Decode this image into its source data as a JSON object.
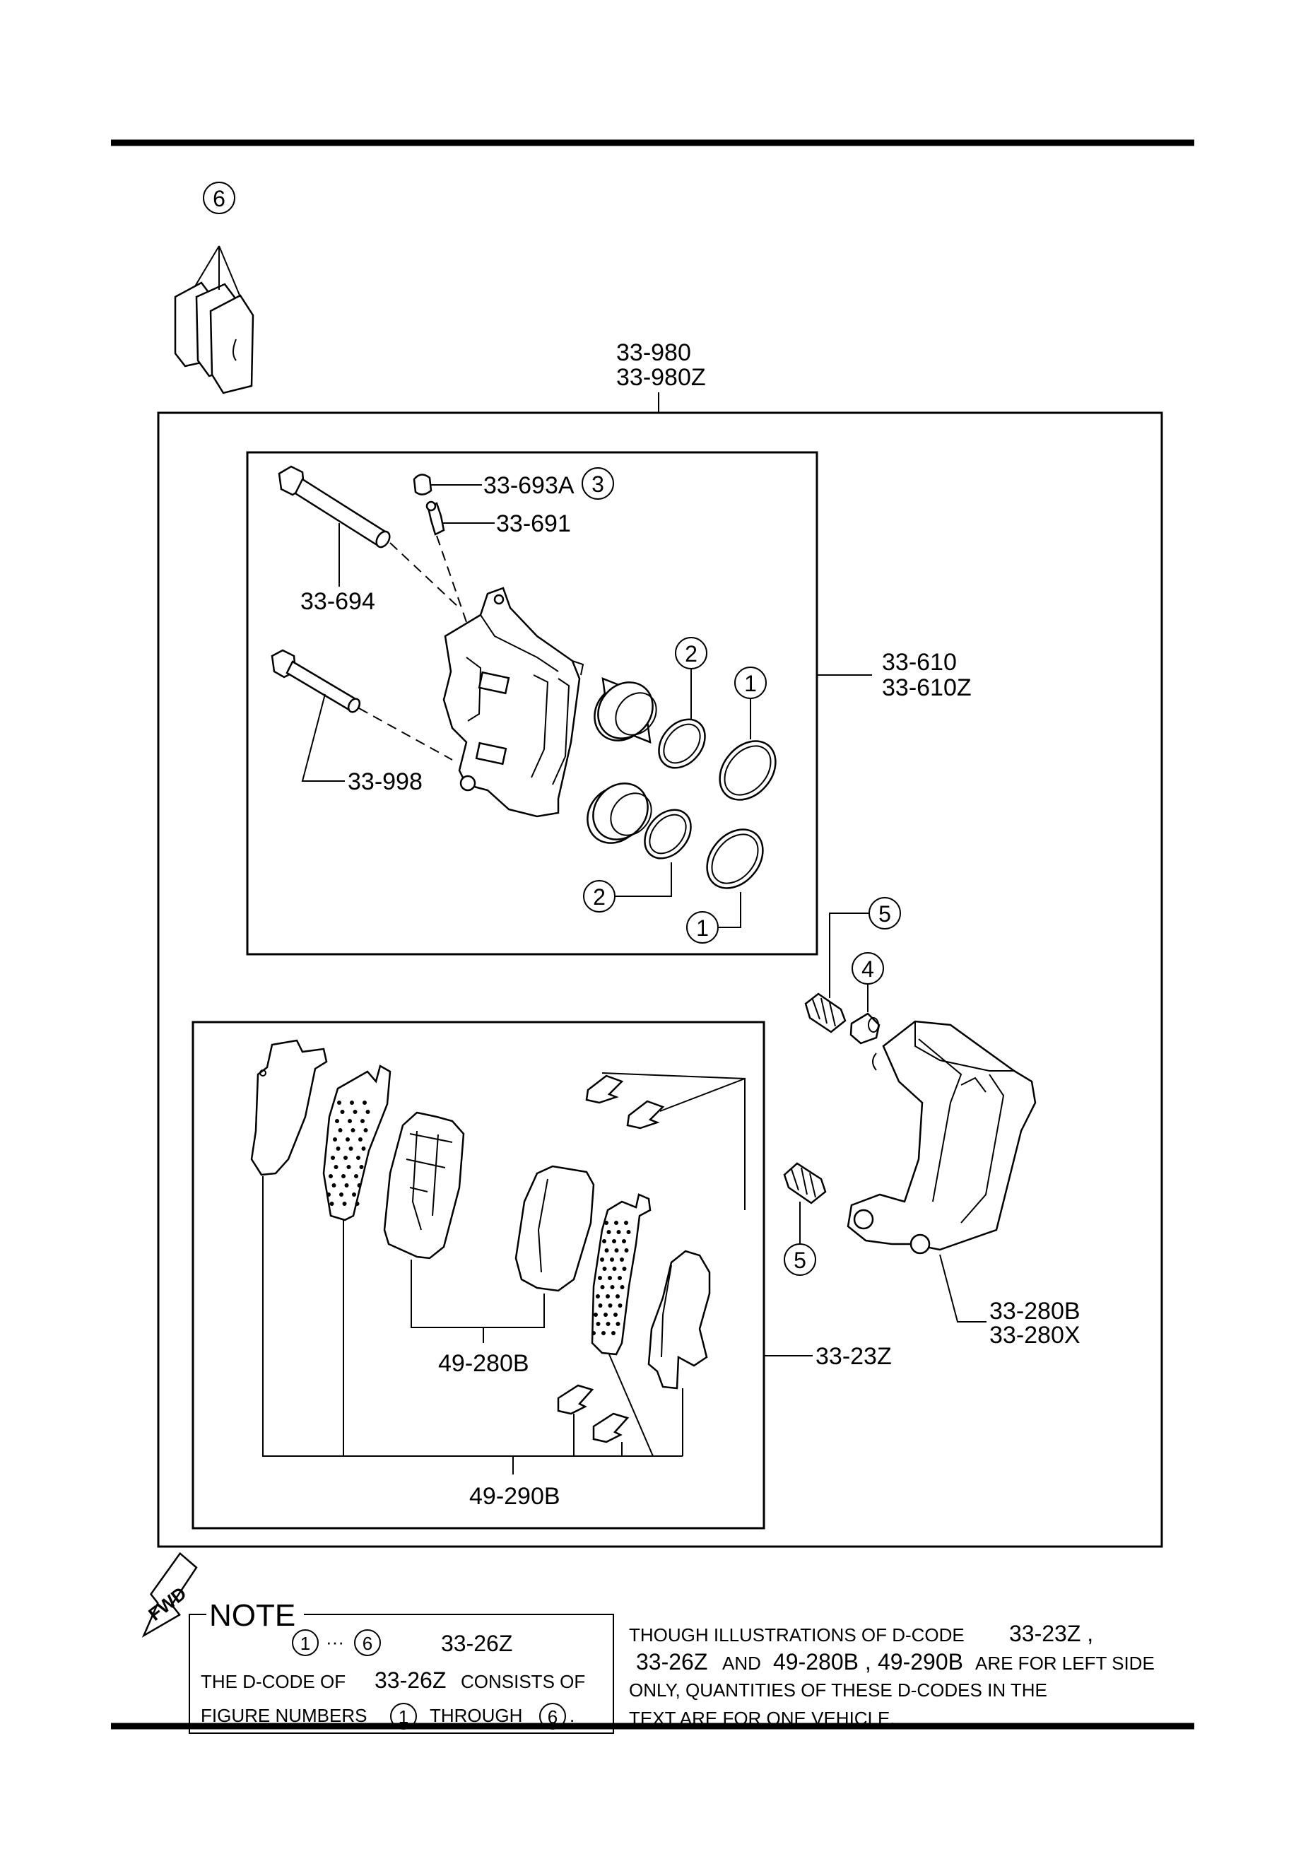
{
  "assembly": {
    "code_1": "33-980",
    "code_2": "33-980Z"
  },
  "caliper_kit": {
    "code_1": "33-610",
    "code_2": "33-610Z"
  },
  "pad_set": {
    "code": "33-23Z"
  },
  "bracket": {
    "code_1": "33-280B",
    "code_2": "33-280X"
  },
  "parts": {
    "guide_pin_upper": "33-694",
    "guide_pin_lower": "33-998",
    "bleeder_cap": "33-693A",
    "bleeder_screw": "33-691",
    "pad_pair": "49-280B",
    "shim_set": "49-290B"
  },
  "figure_numbers": {
    "bleeder_cap": "3",
    "seal_upper_2": "2",
    "seal_upper_1": "1",
    "seal_lower_2": "2",
    "seal_lower_1": "1",
    "boot_5_upper": "5",
    "sleeve_4": "4",
    "boot_5_lower": "5",
    "grease_6": "6"
  },
  "fwd_label": "FWD",
  "note": {
    "title": "NOTE",
    "range_start": "1",
    "range_dots": "···",
    "range_end": "6",
    "range_code": "33-26Z",
    "line2_prefix": "THE D-CODE OF",
    "line2_code": "33-26Z",
    "line2_suffix": "CONSISTS OF",
    "line3_prefix": "FIGURE NUMBERS",
    "line3_from": "1",
    "line3_middle": "THROUGH",
    "line3_to": "6",
    "line3_end": "."
  },
  "remark": {
    "l1_text": "THOUGH ILLUSTRATIONS OF D-CODE",
    "l1_code": "33-23Z ,",
    "l2_code_a": "33-26Z",
    "l2_and": "AND",
    "l2_code_b": "49-280B ,",
    "l2_code_c": "49-290B",
    "l2_text": "ARE FOR LEFT SIDE",
    "line3": "ONLY, QUANTITIES OF THESE D-CODES IN THE",
    "line4": "TEXT ARE FOR ONE VEHICLE."
  }
}
